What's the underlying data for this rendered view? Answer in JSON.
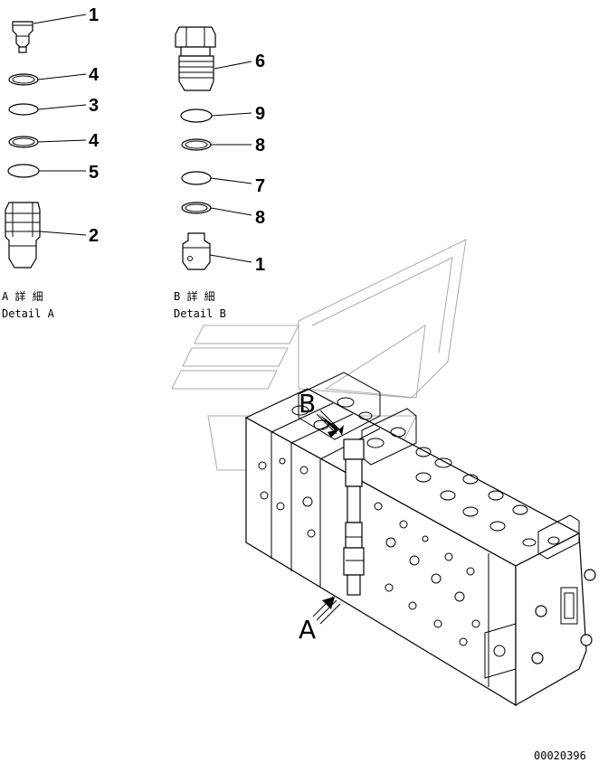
{
  "callouts": {
    "a1": "1",
    "a4a": "4",
    "a3": "3",
    "a4b": "4",
    "a5": "5",
    "a2": "2",
    "b6": "6",
    "b9": "9",
    "b8a": "8",
    "b7": "7",
    "b8b": "8",
    "b1": "1"
  },
  "captions": {
    "detail_a_jp": "A 詳 細",
    "detail_a_en": "Detail A",
    "detail_b_jp": "B 詳 細",
    "detail_b_en": "Detail B"
  },
  "arrows": {
    "a_label": "A",
    "b_label": "B"
  },
  "figure_id": "00020396"
}
